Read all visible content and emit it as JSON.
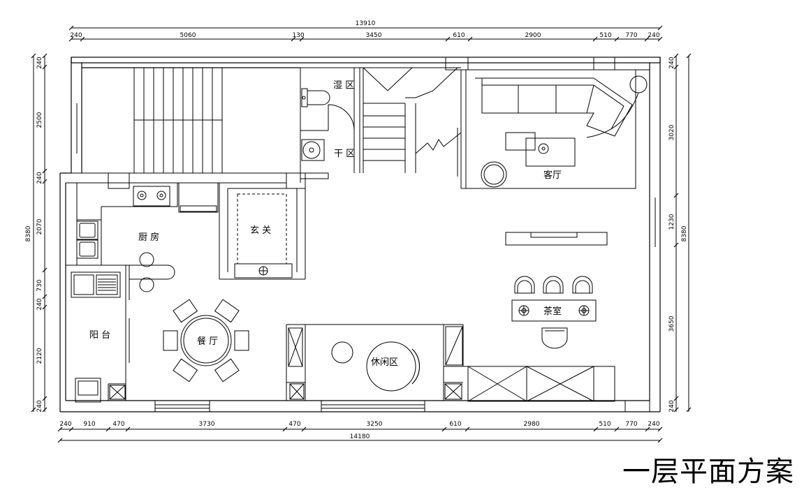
{
  "title": "一层平面方案",
  "rooms": {
    "wet": "湿 区",
    "dry": "干 区",
    "living": "客厅",
    "kitchen": "厨 房",
    "foyer": "玄 关",
    "balcony": "阳 台",
    "dining": "餐 厅",
    "leisure": "休闲区",
    "tea": "茶室"
  },
  "dims": {
    "top_total": "13910",
    "top": [
      "240",
      "5060",
      "130",
      "3450",
      "610",
      "2900",
      "510",
      "770",
      "240"
    ],
    "bottom": [
      "240",
      "910",
      "470",
      "3730",
      "470",
      "3250",
      "610",
      "2980",
      "510",
      "770",
      "240"
    ],
    "bottom_total": "14180",
    "left_total": "8380",
    "left": [
      "240",
      "2500",
      "240",
      "2070",
      "730",
      "240",
      "2120",
      "240"
    ],
    "right_total": "8380",
    "right": [
      "240",
      "3020",
      "1230",
      "3650",
      "240"
    ]
  },
  "colors": {
    "line": "#000000",
    "background": "#ffffff"
  }
}
